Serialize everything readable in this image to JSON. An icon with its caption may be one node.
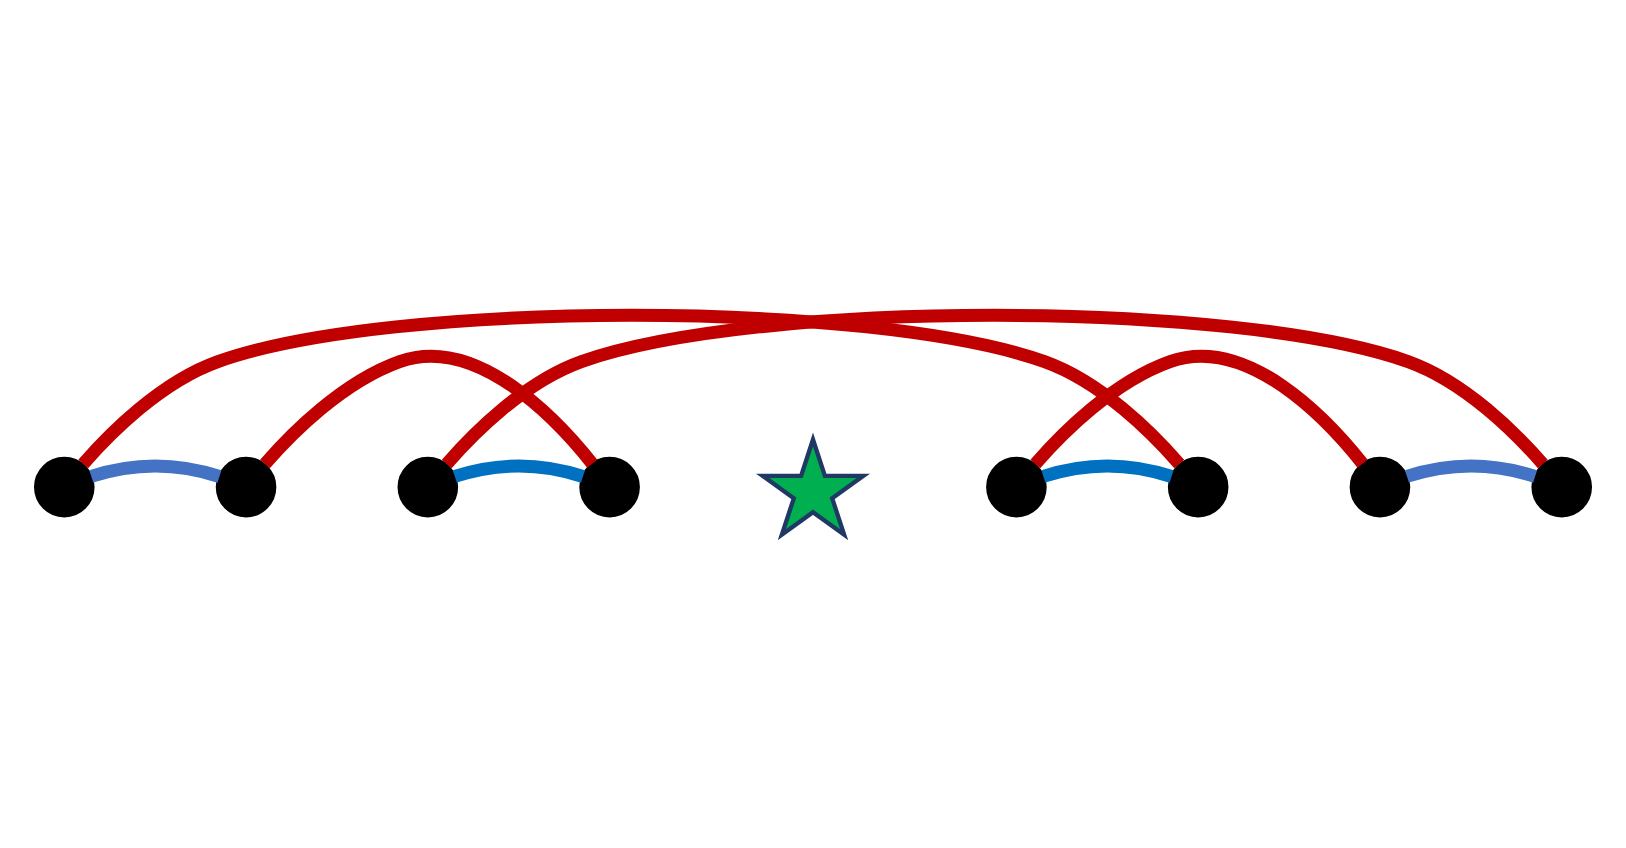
{
  "diagram": {
    "nodes": [
      {
        "text": [],
        "shape": "circle"
      },
      {
        "text": [],
        "shape": "circle"
      },
      {
        "text": [],
        "shape": "circle"
      },
      {
        "text": [],
        "shape": "circle"
      },
      {
        "text": [],
        "shape": "star"
      },
      {
        "text": [],
        "shape": "circle"
      },
      {
        "text": [],
        "shape": "circle"
      },
      {
        "text": [],
        "shape": "circle"
      },
      {
        "text": [],
        "shape": "circle"
      }
    ],
    "edges": [
      {
        "from": 0,
        "to": 1,
        "arrow": "none",
        "color": "#4472c4"
      },
      {
        "from": 2,
        "to": 3,
        "arrow": "none",
        "color": "#0070c0"
      },
      {
        "from": 5,
        "to": 6,
        "arrow": "none",
        "color": "#0070c0"
      },
      {
        "from": 7,
        "to": 8,
        "arrow": "none",
        "color": "#4472c4"
      },
      {
        "from": 0,
        "to": 6,
        "arrow": "none",
        "color": "#c00000"
      },
      {
        "from": 1,
        "to": 3,
        "arrow": "none",
        "color": "#c00000"
      },
      {
        "from": 2,
        "to": 8,
        "arrow": "none",
        "color": "#c00000"
      },
      {
        "from": 5,
        "to": 7,
        "arrow": "none",
        "color": "#c00000"
      }
    ]
  }
}
